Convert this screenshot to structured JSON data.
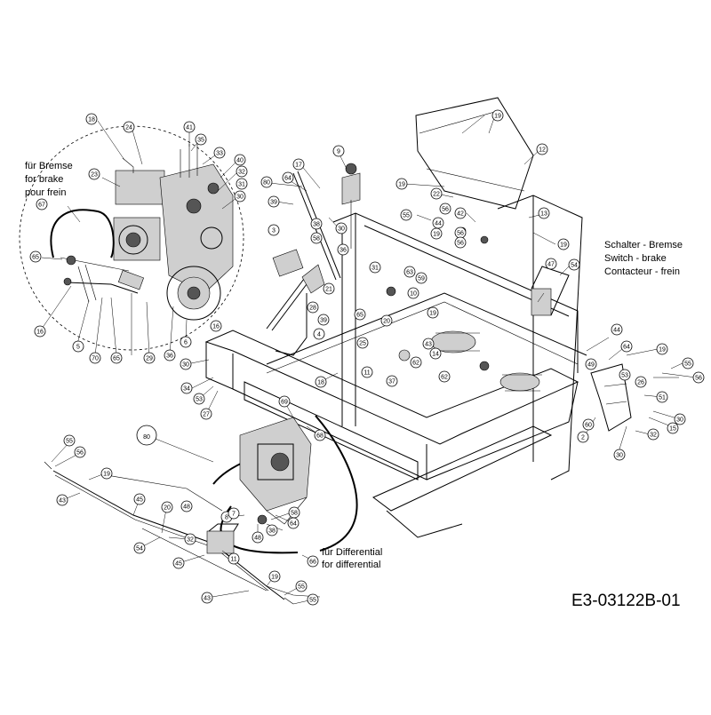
{
  "labels": {
    "brake_de": "für Bremse",
    "brake_en": "for brake",
    "brake_fr": "pour frein",
    "switch_de": "Schalter - Bremse",
    "switch_en": "Switch - brake",
    "switch_fr": "Contacteur - frein",
    "diff_de": "für Differential",
    "diff_en": "for differential",
    "code": "E3-03122B-01"
  },
  "callouts": [
    {
      "n": "18"
    },
    {
      "n": "24"
    },
    {
      "n": "41"
    },
    {
      "n": "35"
    },
    {
      "n": "23"
    },
    {
      "n": "33"
    },
    {
      "n": "40"
    },
    {
      "n": "32"
    },
    {
      "n": "31"
    },
    {
      "n": "30"
    },
    {
      "n": "67"
    },
    {
      "n": "65"
    },
    {
      "n": "16"
    },
    {
      "n": "5"
    },
    {
      "n": "70"
    },
    {
      "n": "65"
    },
    {
      "n": "29"
    },
    {
      "n": "36"
    },
    {
      "n": "6"
    },
    {
      "n": "16"
    },
    {
      "n": "9"
    },
    {
      "n": "17"
    },
    {
      "n": "80"
    },
    {
      "n": "64"
    },
    {
      "n": "39"
    },
    {
      "n": "58"
    },
    {
      "n": "3"
    },
    {
      "n": "38"
    },
    {
      "n": "30"
    },
    {
      "n": "36"
    },
    {
      "n": "19"
    },
    {
      "n": "12"
    },
    {
      "n": "19"
    },
    {
      "n": "22"
    },
    {
      "n": "55"
    },
    {
      "n": "56"
    },
    {
      "n": "42"
    },
    {
      "n": "44"
    },
    {
      "n": "56"
    },
    {
      "n": "19"
    },
    {
      "n": "56"
    },
    {
      "n": "13"
    },
    {
      "n": "19"
    },
    {
      "n": "21"
    },
    {
      "n": "31"
    },
    {
      "n": "63"
    },
    {
      "n": "10"
    },
    {
      "n": "59"
    },
    {
      "n": "47"
    },
    {
      "n": "54"
    },
    {
      "n": "28"
    },
    {
      "n": "39"
    },
    {
      "n": "65"
    },
    {
      "n": "20"
    },
    {
      "n": "19"
    },
    {
      "n": "4"
    },
    {
      "n": "25"
    },
    {
      "n": "62"
    },
    {
      "n": "43"
    },
    {
      "n": "14"
    },
    {
      "n": "62"
    },
    {
      "n": "37"
    },
    {
      "n": "11"
    },
    {
      "n": "44"
    },
    {
      "n": "64"
    },
    {
      "n": "19"
    },
    {
      "n": "55"
    },
    {
      "n": "56"
    },
    {
      "n": "49"
    },
    {
      "n": "53"
    },
    {
      "n": "26"
    },
    {
      "n": "30"
    },
    {
      "n": "34"
    },
    {
      "n": "53"
    },
    {
      "n": "27"
    },
    {
      "n": "18"
    },
    {
      "n": "51"
    },
    {
      "n": "30"
    },
    {
      "n": "15"
    },
    {
      "n": "60"
    },
    {
      "n": "32"
    },
    {
      "n": "2"
    },
    {
      "n": "30"
    },
    {
      "n": "69"
    },
    {
      "n": "68"
    },
    {
      "n": "80"
    },
    {
      "n": "55"
    },
    {
      "n": "56"
    },
    {
      "n": "19"
    },
    {
      "n": "43"
    },
    {
      "n": "45"
    },
    {
      "n": "48"
    },
    {
      "n": "20"
    },
    {
      "n": "8"
    },
    {
      "n": "58"
    },
    {
      "n": "32"
    },
    {
      "n": "54"
    },
    {
      "n": "7"
    },
    {
      "n": "64"
    },
    {
      "n": "38"
    },
    {
      "n": "48"
    },
    {
      "n": "45"
    },
    {
      "n": "11"
    },
    {
      "n": "66"
    },
    {
      "n": "19"
    },
    {
      "n": "55"
    },
    {
      "n": "43"
    },
    {
      "n": "55"
    }
  ]
}
